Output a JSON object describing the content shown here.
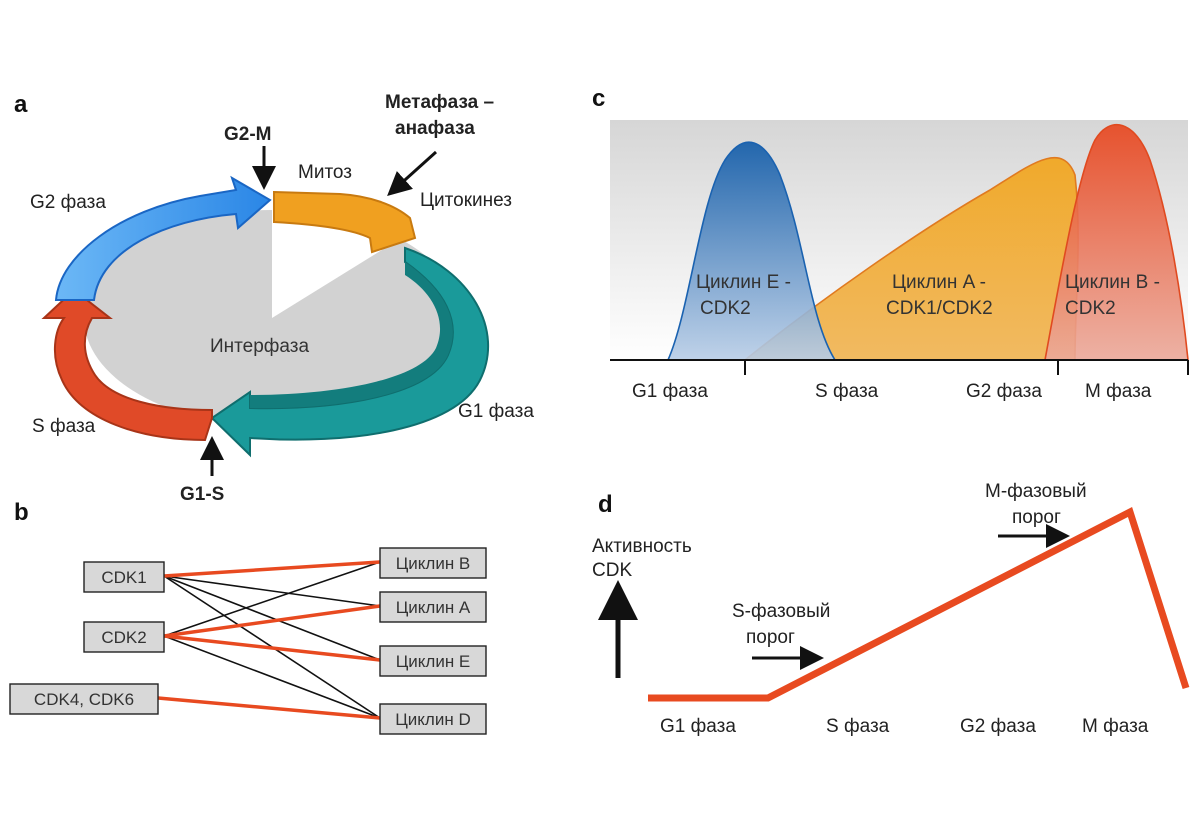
{
  "panels": {
    "a": "a",
    "b": "b",
    "c": "c",
    "d": "d"
  },
  "cycle": {
    "center": "Интерфаза",
    "g1": "G1 фаза",
    "s": "S фаза",
    "g2": "G2 фаза",
    "mitosis": "Митоз",
    "cytokinesis": "Цитокинез",
    "checkpoint_g2m": "G2-M",
    "checkpoint_g1s": "G1-S",
    "metaphase_line1": "Метафаза –",
    "metaphase_line2": "анафаза"
  },
  "pairs": {
    "cdks": [
      "CDK1",
      "CDK2",
      "CDK4, CDK6"
    ],
    "cyclins": [
      "Циклин B",
      "Циклин A",
      "Циклин E",
      "Циклин D"
    ]
  },
  "cyclin_levels": {
    "phases": [
      "G1 фаза",
      "S фаза",
      "G2 фаза",
      "M фаза"
    ],
    "curves": [
      {
        "line1": "Циклин E -",
        "line2": "CDK2",
        "color": "#1a62b0"
      },
      {
        "line1": "Циклин A -",
        "line2": "CDK1/CDK2",
        "color": "#f0a020"
      },
      {
        "line1": "Циклин B -",
        "line2": "CDK2",
        "color": "#e84a20"
      }
    ]
  },
  "cdk_activity": {
    "ylabel_line1": "Активность",
    "ylabel_line2": "CDK",
    "s_threshold_line1": "S-фазовый",
    "s_threshold_line2": "порог",
    "m_threshold_line1": "M-фазовый",
    "m_threshold_line2": "порог",
    "phases": [
      "G1 фаза",
      "S фаза",
      "G2 фаза",
      "M фаза"
    ],
    "line_color": "#e84a20"
  },
  "colors": {
    "g1": "#1a9a9a",
    "s": "#e04a28",
    "g2": "#3f9ef0",
    "mitosis": "#f0a020",
    "interphase": "#d0d0d0",
    "highlight_line": "#e84a20"
  }
}
